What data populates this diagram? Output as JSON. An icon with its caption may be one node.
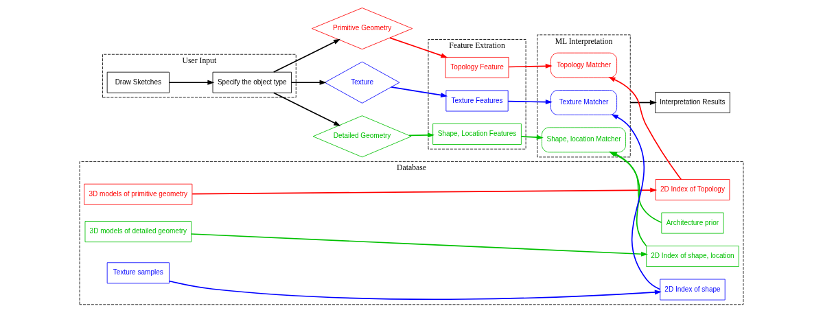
{
  "diagram": {
    "nodes": [
      {
        "text": [
          "User Input"
        ]
      },
      {
        "text": [
          "Draw Sketches"
        ],
        "in": 0
      },
      {
        "text": [
          "Specify the object type"
        ],
        "in": 0
      },
      {
        "text": [
          "Primitive Geometry"
        ]
      },
      {
        "text": [
          "Detailed Geometry"
        ]
      },
      {
        "text": [
          "Texture"
        ]
      },
      {
        "text": [
          "Feature Extration"
        ]
      },
      {
        "text": [
          "Topology Feature"
        ],
        "in": 6
      },
      {
        "text": [
          "Shape, Location Features"
        ],
        "in": 6
      },
      {
        "text": [
          "Texture Features"
        ],
        "in": 6
      },
      {
        "text": [
          "ML Interpretation"
        ]
      },
      {
        "text": [
          "Topology Matcher"
        ],
        "in": 10
      },
      {
        "text": [
          "Shape, location Matcher"
        ],
        "in": 10
      },
      {
        "text": [
          "Texture Matcher"
        ],
        "in": 10
      },
      {
        "text": [
          "Database"
        ]
      },
      {
        "text": [
          "2D Index of Topology"
        ],
        "in": 14
      },
      {
        "text": [
          "3D models of primitive geometry"
        ],
        "in": 14
      },
      {
        "text": [
          "2D Index of shape, location"
        ],
        "in": 14
      },
      {
        "text": [
          "3D models of detailed geometry"
        ],
        "in": 14
      },
      {
        "text": [
          "Architecture prior"
        ],
        "in": 14
      },
      {
        "text": [
          "2D Index of shape"
        ],
        "in": 14
      },
      {
        "text": [
          "Texture samples"
        ],
        "in": 14
      },
      {
        "text": [
          "Interpretation Results"
        ]
      }
    ],
    "edges": [
      {
        "from": 1,
        "to": 2,
        "arrow": "to"
      },
      {
        "from": 2,
        "to": 3,
        "arrow": "to"
      },
      {
        "from": 2,
        "to": 4,
        "arrow": "to"
      },
      {
        "from": 2,
        "to": 5,
        "arrow": "to"
      },
      {
        "from": 3,
        "to": 7,
        "arrow": "to",
        "color": "#ff0000"
      },
      {
        "from": 4,
        "to": 8,
        "arrow": "to",
        "color": "#00c000"
      },
      {
        "from": 5,
        "to": 9,
        "arrow": "to",
        "color": "#0000ff"
      },
      {
        "from": 7,
        "to": 11,
        "arrow": "to",
        "color": "#ff0000"
      },
      {
        "from": 8,
        "to": 12,
        "arrow": "to",
        "color": "#00c000"
      },
      {
        "from": 9,
        "to": 13,
        "arrow": "to",
        "color": "#0000ff"
      },
      {
        "from": 16,
        "to": 15,
        "arrow": "to",
        "color": "#ff0000"
      },
      {
        "from": 15,
        "to": 11,
        "arrow": "to",
        "color": "#ff0000"
      },
      {
        "from": 18,
        "to": 17,
        "arrow": "to",
        "color": "#00c000"
      },
      {
        "from": 17,
        "to": 12,
        "arrow": "to",
        "color": "#00c000"
      },
      {
        "from": 19,
        "to": 12,
        "arrow": "to",
        "color": "#00c000"
      },
      {
        "from": 21,
        "to": 20,
        "arrow": "to",
        "color": "#0000ff"
      },
      {
        "from": 20,
        "to": 13,
        "arrow": "to",
        "color": "#0000ff"
      },
      {
        "from": 10,
        "to": 22,
        "arrow": "to"
      }
    ]
  }
}
